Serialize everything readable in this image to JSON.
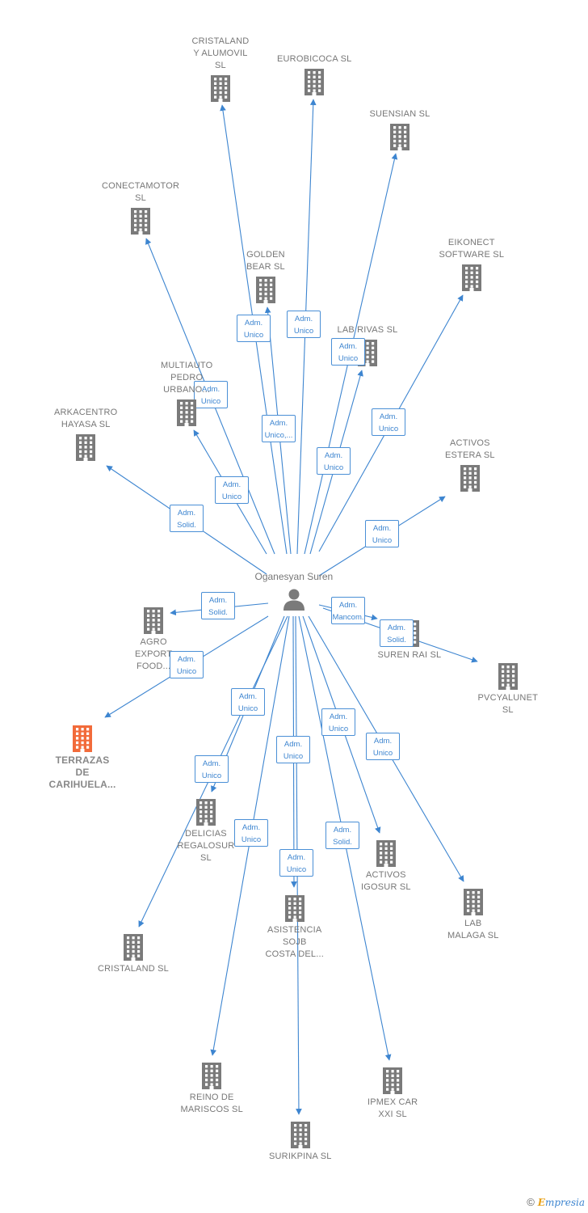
{
  "center": {
    "id": "oganesyan",
    "label": "Oganesyan\nSuren"
  },
  "colors": {
    "edge": "#3d85d0",
    "building": "#7a7a7a",
    "highlight": "#f26b3a"
  },
  "credit": {
    "symbol": "©",
    "brand_e": "E",
    "brand_rest": "mpresia"
  },
  "nodes": [
    {
      "id": "cristaland_alumovil",
      "label": "CRISTALAND\nY ALUMOVIL\nSL",
      "badge": [
        "Adm.",
        "Unico"
      ]
    },
    {
      "id": "eurobicoca",
      "label": "EUROBICOCA SL",
      "badge": [
        "Adm.",
        "Unico"
      ]
    },
    {
      "id": "suensian",
      "label": "SUENSIAN  SL",
      "badge": [
        "Adm.",
        "Unico"
      ]
    },
    {
      "id": "conectamotor",
      "label": "CONECTAMOTOR\nSL",
      "badge": [
        "Adm.",
        "Unico"
      ]
    },
    {
      "id": "golden_bear",
      "label": "GOLDEN\nBEAR SL",
      "badge": [
        "Adm.",
        "Unico,..."
      ]
    },
    {
      "id": "eikonect",
      "label": "EIKONECT\nSOFTWARE SL",
      "badge": [
        "Adm.",
        "Unico"
      ]
    },
    {
      "id": "lab_rivas",
      "label": "LAB RIVAS SL",
      "badge": [
        "Adm.",
        "Unico"
      ]
    },
    {
      "id": "multiauto",
      "label": "MULTIAUTO\nPEDRO\nURBANO...",
      "badge": [
        "Adm.",
        "Unico"
      ]
    },
    {
      "id": "arkacentro",
      "label": "ARKACENTRO\nHAYASA SL",
      "badge": [
        "Adm.",
        "Solid."
      ]
    },
    {
      "id": "activos_estera",
      "label": "ACTIVOS\nESTERA  SL",
      "badge": [
        "Adm.",
        "Unico"
      ]
    },
    {
      "id": "agro_export",
      "label": "AGRO\nEXPORT\nFOOD...",
      "badge": [
        "Adm.",
        "Solid."
      ]
    },
    {
      "id": "suren_rai",
      "label": "SUREN RAI SL",
      "badge": [
        "Adm.",
        "Mancom."
      ]
    },
    {
      "id": "pvcyalunet",
      "label": "PVCYALUNET\nSL",
      "badge": [
        "Adm.",
        "Solid."
      ]
    },
    {
      "id": "terrazas",
      "label": "TERRAZAS\nDE\nCARIHUELA...",
      "badge": [
        "Adm.",
        "Unico"
      ],
      "main": true
    },
    {
      "id": "delicias",
      "label": "DELICIAS\nREGALOSUR\nSL",
      "badge": [
        "Adm.",
        "Unico"
      ]
    },
    {
      "id": "cristaland",
      "label": "CRISTALAND SL",
      "badge": [
        "Adm.",
        "Unico"
      ]
    },
    {
      "id": "asistencia",
      "label": "ASISTENCIA\nSOJB\nCOSTA DEL...",
      "badge": [
        "Adm.",
        "Unico"
      ]
    },
    {
      "id": "activos_igosur",
      "label": "ACTIVOS\nIGOSUR  SL",
      "badge": [
        "Adm.",
        "Unico"
      ]
    },
    {
      "id": "lab_malaga",
      "label": "LAB\nMALAGA SL",
      "badge": [
        "Adm.",
        "Unico"
      ]
    },
    {
      "id": "reino_mariscos",
      "label": "REINO DE\nMARISCOS SL",
      "badge": [
        "Adm.",
        "Unico"
      ]
    },
    {
      "id": "surikpina",
      "label": "SURIKPINA  SL",
      "badge": [
        "Adm.",
        "Unico"
      ]
    },
    {
      "id": "ipmex",
      "label": "IPMEX CAR\nXXI SL",
      "badge": [
        "Adm.",
        "Solid."
      ]
    }
  ]
}
